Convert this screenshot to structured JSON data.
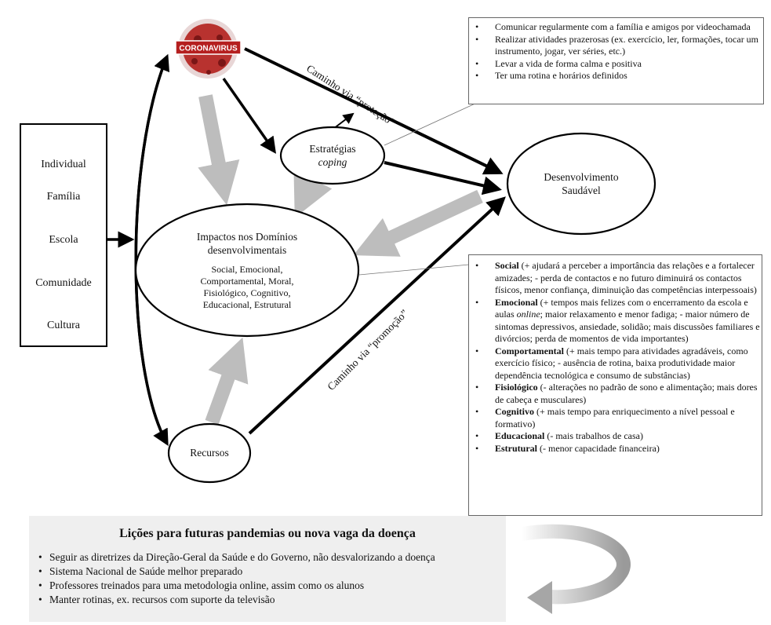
{
  "factors": [
    "Individual",
    "Família",
    "Escola",
    "Comunidade",
    "Cultura"
  ],
  "coronavirus": {
    "label": "CORONAVIRUS",
    "colors": {
      "virus": "#b8322f",
      "banner": "#b51f1f"
    }
  },
  "strategies": {
    "line1": "Estratégias",
    "line2": "coping"
  },
  "healthy": {
    "line1": "Desenvolvimento",
    "line2": "Saudável"
  },
  "impacts": {
    "title_line1": "Impactos nos Domínios",
    "title_line2": "desenvolvimentais",
    "domains": [
      "Social, Emocional,",
      "Comportamental, Moral,",
      "Fisiológico, Cognitivo,",
      "Educacional, Estrutural"
    ]
  },
  "resources": {
    "label": "Recursos"
  },
  "paths": {
    "protection": "Caminho via “proteção”",
    "promotion": "Caminho via “promoção”"
  },
  "coping_list": [
    "Comunicar regularmente com a família e amigos por videochamada",
    "Realizar atividades prazerosas (ex. exercício, ler, formações, tocar um instrumento, jogar, ver séries, etc.)",
    "Levar a vida de forma calma e positiva",
    "Ter uma rotina e horários definidos"
  ],
  "impacts_list": [
    {
      "term": "Social",
      "text": " (+ ajudará a perceber a importância das relações e a fortalecer amizades; - perda de contactos e no futuro diminuirá os contactos físicos, menor confiança, diminuição das competências interpessoais)"
    },
    {
      "term": "Emocional",
      "text_a": " (+ tempos mais felizes com o encerramento da escola e aulas ",
      "italic": "online",
      "text_b": "; maior relaxamento e menor fadiga; - maior número de sintomas depressivos, ansiedade, solidão; mais discussões familiares e divórcios; perda de momentos de vida importantes)"
    },
    {
      "term": "Comportamental",
      "text": " (+ mais tempo para atividades agradáveis, como exercício físico; - ausência de rotina, baixa produtividade maior dependência tecnológica e consumo de substâncias)"
    },
    {
      "term": "Fisiológico",
      "text": " (- alterações no padrão de sono e alimentação; mais dores de cabeça e musculares)"
    },
    {
      "term": "Cognitivo",
      "text": " (+ mais tempo para enriquecimento a nível pessoal e formativo)"
    },
    {
      "term": "Educacional",
      "text": " (- mais trabalhos de casa)"
    },
    {
      "term": "Estrutural",
      "text": " (- menor capacidade financeira)"
    }
  ],
  "lessons": {
    "title": "Lições para futuras pandemias ou nova vaga da doença",
    "items": [
      "Seguir as diretrizes da Direção-Geral da Saúde e do Governo, não desvalorizando a doença",
      "Sistema Nacional de Saúde melhor preparado",
      "Professores treinados para uma metodologia online, assim como os alunos",
      "Manter rotinas, ex. recursos com suporte da televisão"
    ]
  }
}
